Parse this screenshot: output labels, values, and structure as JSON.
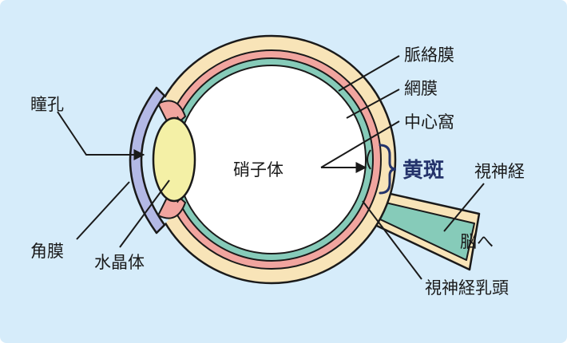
{
  "diagram": {
    "colors": {
      "background": "#d6ecfa",
      "sclera": "#f8e4b8",
      "choroid": "#f1a59f",
      "retina": "#86cbb9",
      "lens": "#f4f0a6",
      "cornea": "#b3b9e6",
      "outline": "#1a1a1a",
      "macula_accent": "#24336b"
    },
    "labels": {
      "pupil": "瞳孔",
      "cornea": "角膜",
      "lens": "水晶体",
      "vitreous": "硝子体",
      "choroid": "脈絡膜",
      "retina": "網膜",
      "fovea": "中心窩",
      "macula": "黄斑",
      "optic_nerve": "視神経",
      "to_brain": "脳へ",
      "optic_disc": "視神経乳頭"
    },
    "icons": {
      "macula_bracket": "curly-brace"
    }
  }
}
